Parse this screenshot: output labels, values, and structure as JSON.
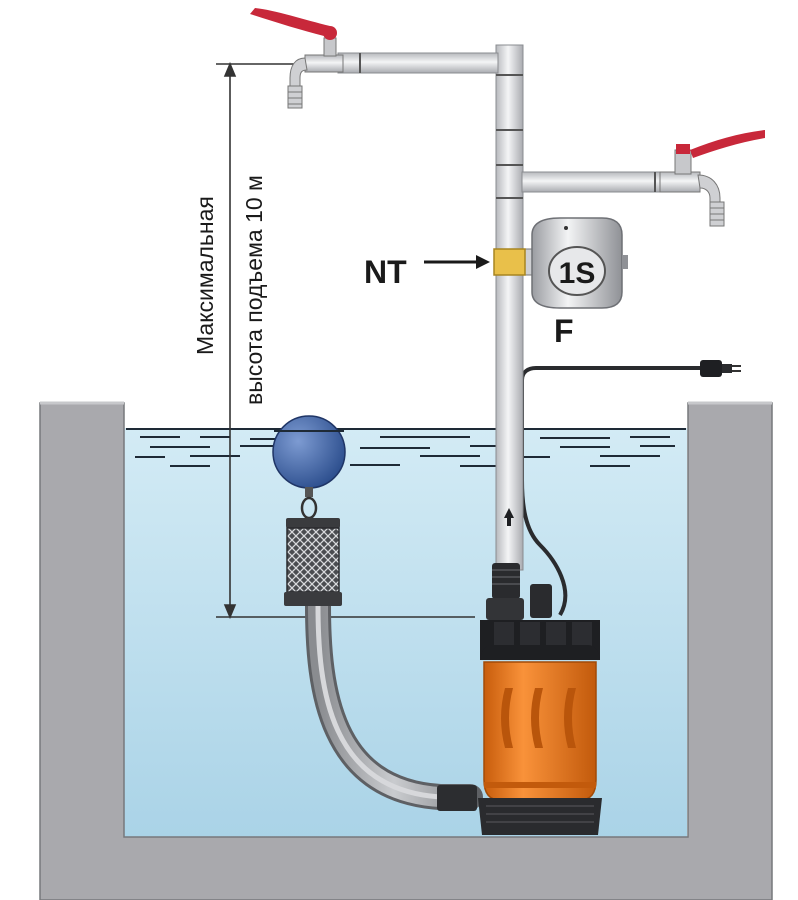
{
  "labels": {
    "height_line1": "Максимальная",
    "height_line2": "высота подъема 10 м",
    "nt": "NT",
    "tank_badge": "1S",
    "f": "F"
  },
  "icons": [
    "tap-valve-icon",
    "plug-icon",
    "float-ball-icon",
    "strainer-icon",
    "pump-icon",
    "arrow-icon"
  ],
  "colors": {
    "water": "#c4e2ef",
    "water_deep": "#a9d2e6",
    "pit_wall": "#a9a9ad",
    "pipe": "#dcdde0",
    "handle": "#c8283a",
    "pump_body": "#ef7f1a",
    "float_ball": "#3f66a8",
    "brass_nt": "#e9c04a"
  }
}
